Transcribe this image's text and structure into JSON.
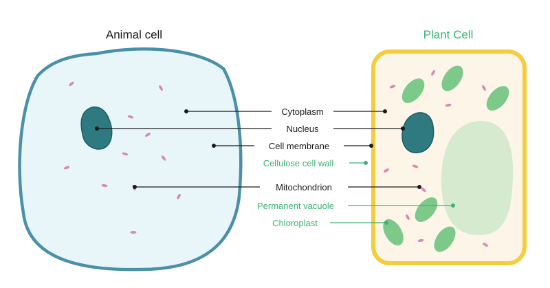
{
  "titles": {
    "animal": "Animal cell",
    "plant": "Plant Cell"
  },
  "labels": {
    "cytoplasm": "Cytoplasm",
    "nucleus": "Nucleus",
    "cell_membrane": "Cell membrane",
    "cellulose_cell_wall": "Cellulose cell wall",
    "mitochondrion": "Mitochondrion",
    "permanent_vacuole": "Permanent vacuole",
    "chloroplast": "Chloroplast"
  },
  "colors": {
    "black_label": "#1a1a1a",
    "green_label": "#3cb371",
    "animal_membrane": "#4a90a8",
    "animal_cytoplasm": "#e8f6fa",
    "plant_wall": "#f4cd3c",
    "plant_cytoplasm": "#fdf6e8",
    "nucleus": "#2e7a80",
    "chloroplast": "#7cc98a",
    "vacuole": "#d6ead0",
    "mitochondrion": "#d58ab8"
  }
}
